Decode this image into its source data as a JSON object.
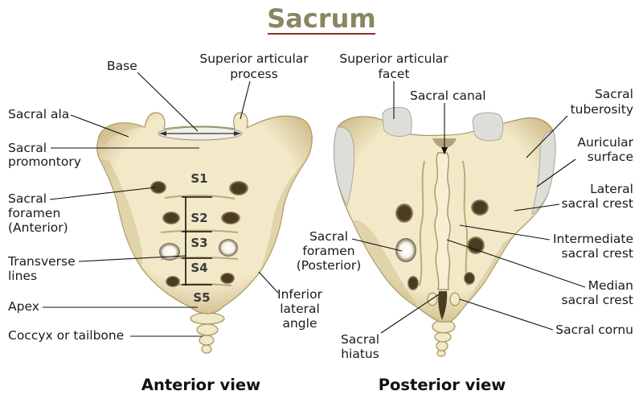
{
  "title": "Sacrum",
  "colors": {
    "title": "#8b8662",
    "title_underline": "#8e2f2f",
    "text": "#1a1a1a",
    "leader_line": "#111111",
    "bone_light": "#f2e9c8",
    "bone_dark": "#cdb986",
    "bone_outline": "#a8965f",
    "foramen_dark": "#4a3c22",
    "facet": "#deded9",
    "segment_label": "#3b3b3b"
  },
  "anterior_view": {
    "caption": "Anterior view",
    "segments": [
      "S1",
      "S2",
      "S3",
      "S4",
      "S5"
    ],
    "labels": {
      "base": "Base",
      "superior_articular_process": [
        "Superior articular",
        "process"
      ],
      "sacral_ala": "Sacral ala",
      "sacral_promontory": [
        "Sacral",
        "promontory"
      ],
      "sacral_foramen_anterior": [
        "Sacral",
        "foramen",
        "(Anterior)"
      ],
      "transverse_lines": [
        "Transverse",
        "lines"
      ],
      "apex": "Apex",
      "coccyx": "Coccyx or tailbone",
      "inferior_lateral_angle": [
        "Inferior",
        "lateral",
        "angle"
      ]
    }
  },
  "posterior_view": {
    "caption": "Posterior view",
    "labels": {
      "superior_articular_facet": [
        "Superior articular",
        "facet"
      ],
      "sacral_canal": "Sacral canal",
      "sacral_tuberosity": [
        "Sacral",
        "tuberosity"
      ],
      "auricular_surface": [
        "Auricular",
        "surface"
      ],
      "lateral_sacral_crest": [
        "Lateral",
        "sacral crest"
      ],
      "intermediate_sacral_crest": [
        "Intermediate",
        "sacral crest"
      ],
      "median_sacral_crest": [
        "Median",
        "sacral crest"
      ],
      "sacral_cornu": "Sacral cornu",
      "sacral_foramen_posterior": [
        "Sacral",
        "foramen",
        "(Posterior)"
      ],
      "sacral_hiatus": [
        "Sacral",
        "hiatus"
      ]
    }
  }
}
